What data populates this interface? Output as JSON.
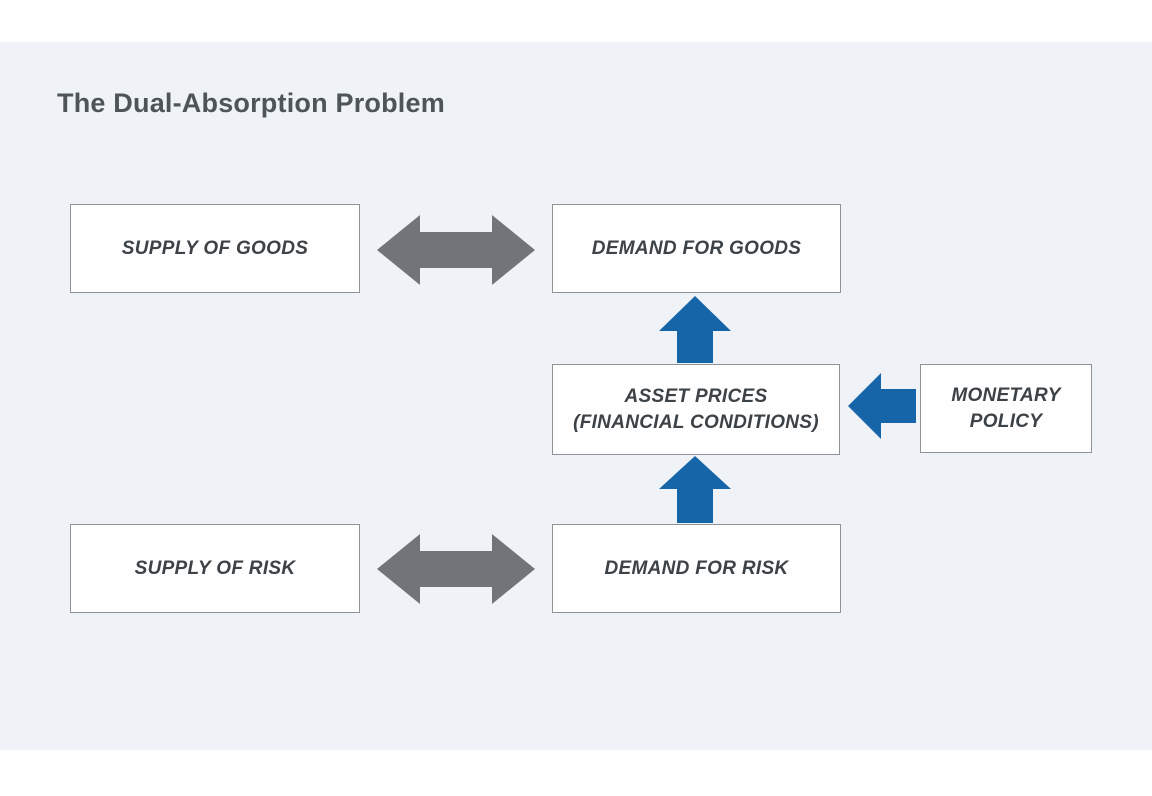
{
  "title": "The Dual-Absorption Problem",
  "colors": {
    "page_bg": "#ffffff",
    "panel": "#eff3f7",
    "box_fill": "#fefefe",
    "box_border": "#8e9398",
    "text": "#3d4247",
    "title_color": "#4e545a",
    "arrow_gray": "#717478",
    "arrow_blue": "#1565a8"
  },
  "diagram": {
    "boxes": {
      "supply_goods": "SUPPLY OF GOODS",
      "demand_goods": "DEMAND FOR GOODS",
      "asset_prices_line1": "ASSET PRICES",
      "asset_prices_line2": "(FINANCIAL CONDITIONS)",
      "monetary_policy_line1": "MONETARY",
      "monetary_policy_line2": "POLICY",
      "supply_risk": "SUPPLY OF RISK",
      "demand_risk": "DEMAND FOR RISK"
    },
    "arrows": {
      "goods_double": "SUPPLY OF GOODS <-> DEMAND FOR GOODS",
      "risk_double": "SUPPLY OF RISK <-> DEMAND FOR RISK",
      "asset_to_demand_goods": "ASSET PRICES -> DEMAND FOR GOODS (up)",
      "demand_risk_to_asset": "DEMAND FOR RISK -> ASSET PRICES (up)",
      "monetary_to_asset": "MONETARY POLICY -> ASSET PRICES (left)"
    }
  }
}
